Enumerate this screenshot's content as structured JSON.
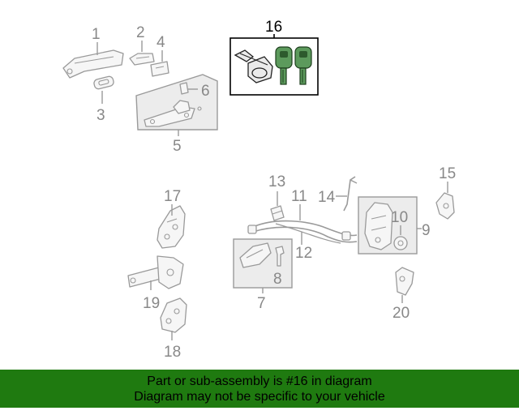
{
  "callouts": {
    "c1": "1",
    "c2": "2",
    "c3": "3",
    "c4": "4",
    "c5": "5",
    "c6": "6",
    "c7": "7",
    "c8": "8",
    "c9": "9",
    "c10": "10",
    "c11": "11",
    "c12": "12",
    "c13": "13",
    "c14": "14",
    "c15": "15",
    "c16": "16",
    "c17": "17",
    "c18": "18",
    "c19": "19",
    "c20": "20"
  },
  "highlight": {
    "part_number": "16",
    "color": "#1f7a10"
  },
  "footer": {
    "line1": "Part or sub-assembly is #16 in diagram",
    "line2": "Diagram may not be specific to your vehicle"
  },
  "icons": [
    "key-icon",
    "lock-cylinder-icon",
    "door-handle-icon",
    "door-latch-icon",
    "door-check-icon",
    "door-hinge-icon"
  ]
}
